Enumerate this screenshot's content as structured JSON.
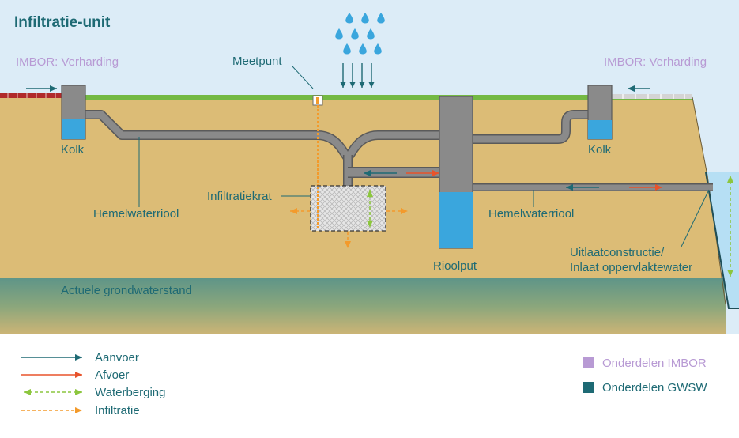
{
  "title": "Infiltratie-unit",
  "labels": {
    "imbor_left": "IMBOR: Verharding",
    "imbor_right": "IMBOR: Verharding",
    "meetpunt": "Meetpunt",
    "kolk_left": "Kolk",
    "kolk_right": "Kolk",
    "hemelwaterriool_left": "Hemelwaterriool",
    "hemelwaterriool_right": "Hemelwaterriool",
    "infiltratiekrat": "Infiltratiekrat",
    "rioolput": "Rioolput",
    "uitlaat_line1": "Uitlaatconstructie/",
    "uitlaat_line2": "Inlaat oppervlaktewater",
    "grondwaterstand": "Actuele grondwaterstand"
  },
  "legend": {
    "aanvoer": "Aanvoer",
    "afvoer": "Afvoer",
    "waterberging": "Waterberging",
    "infiltratie": "Infiltratie",
    "onderdelen_imbor": "Onderdelen IMBOR",
    "onderdelen_gwsw": "Onderdelen GWSW"
  },
  "colors": {
    "aanvoer": "#1e6a74",
    "afvoer": "#e8532b",
    "waterberging": "#8cc63e",
    "infiltratie": "#f39a2b",
    "imbor": "#b89ad4",
    "gwsw": "#1e6a74",
    "sky": "#dcecf7",
    "soil": "#dcbc76",
    "groundwater": "#6f9a88",
    "pipe": "#8a8a8a",
    "water": "#3aa6dd",
    "grass": "#74b943"
  }
}
